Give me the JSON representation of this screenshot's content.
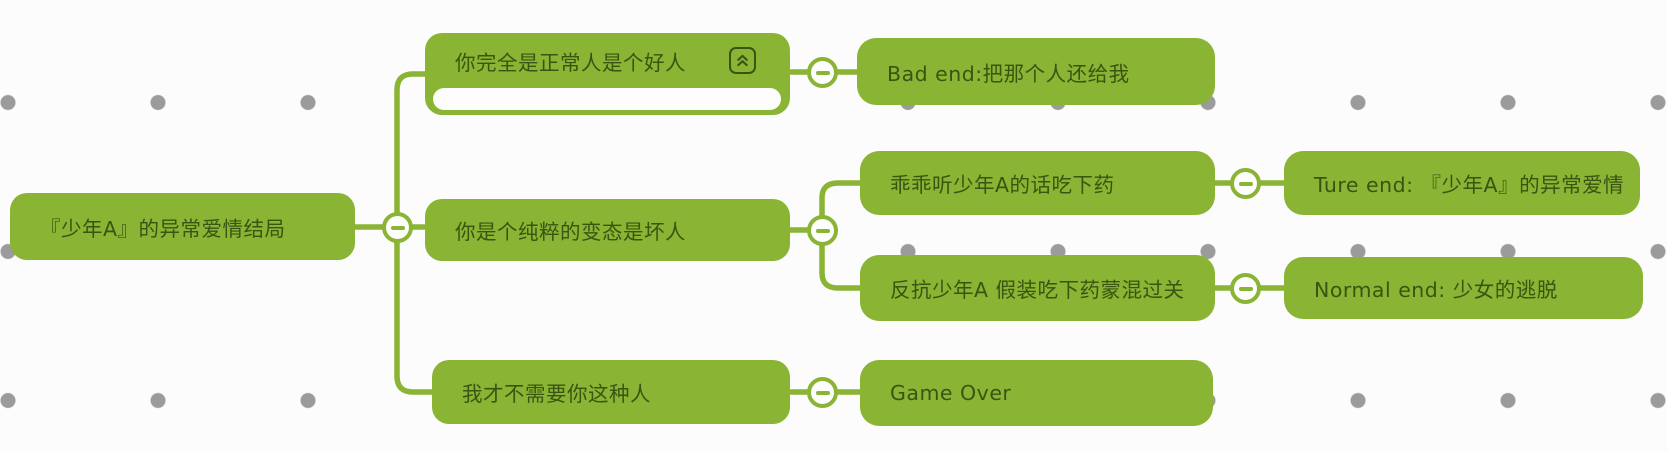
{
  "diagram": {
    "type": "mindmap",
    "nodes": {
      "root": {
        "label": "『少年A』的异常爱情结局"
      },
      "branch_good": {
        "label": "你完全是正常人是个好人"
      },
      "bad_end": {
        "label": "Bad end:把那个人还给我"
      },
      "branch_bad": {
        "label": "你是个纯粹的变态是坏人"
      },
      "obey": {
        "label": "乖乖听少年A的话吃下药"
      },
      "true_end": {
        "label": "Ture end: 『少年A』的异常爱情"
      },
      "resist": {
        "label": "反抗少年A 假装吃下药蒙混过关"
      },
      "normal_end": {
        "label": "Normal end: 少女的逃脱"
      },
      "reject": {
        "label": "我才不需要你这种人"
      },
      "game_over": {
        "label": "Game Over"
      }
    },
    "icons": {
      "node_collapse": "chevrons-up-icon",
      "branch_toggle": "minus-icon"
    },
    "colors": {
      "node_fill": "#8ab433",
      "node_text": "#3a5412",
      "connector": "#8ab433",
      "toggle_fill": "#fdfdfd",
      "dot_grid": "#9b9b9b",
      "canvas_background": "#fcfcfc",
      "inset_panel": "#fdfdfd"
    }
  }
}
